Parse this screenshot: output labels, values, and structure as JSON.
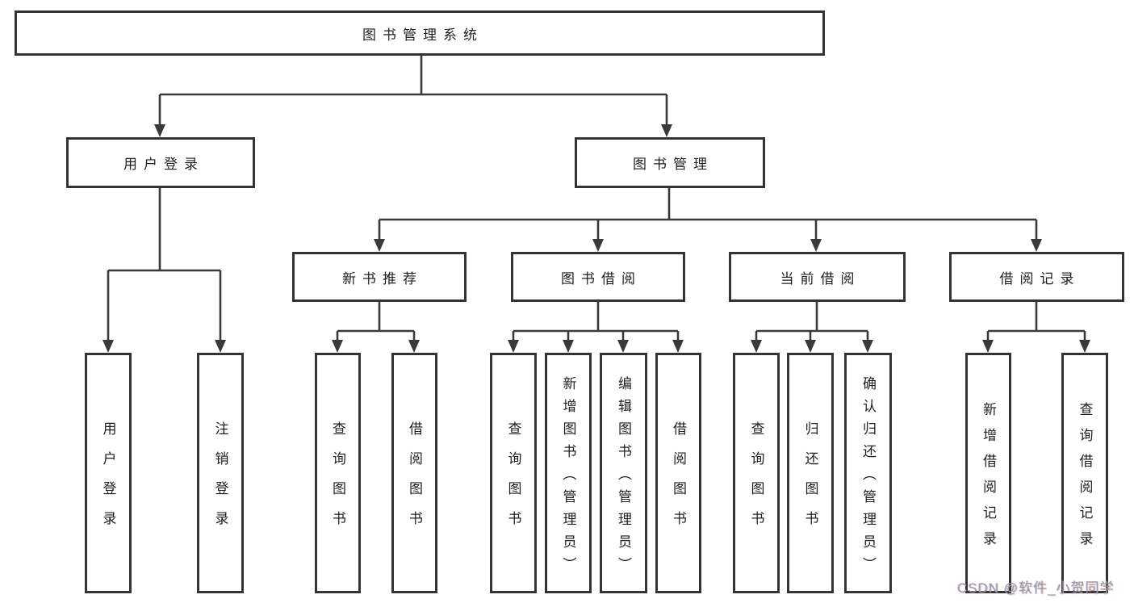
{
  "diagram_title": "图书管理系统",
  "tree": {
    "label": "图书管理系统",
    "children": [
      {
        "label": "用户登录",
        "children": [
          {
            "label": "用户登录"
          },
          {
            "label": "注销登录"
          }
        ]
      },
      {
        "label": "图书管理",
        "children": [
          {
            "label": "新书推荐",
            "children": [
              {
                "label": "查询图书"
              },
              {
                "label": "借阅图书"
              }
            ]
          },
          {
            "label": "图书借阅",
            "children": [
              {
                "label": "查询图书"
              },
              {
                "label": "新增图书（管理员）"
              },
              {
                "label": "编辑图书（管理员）"
              },
              {
                "label": "借阅图书"
              }
            ]
          },
          {
            "label": "当前借阅",
            "children": [
              {
                "label": "查询图书"
              },
              {
                "label": "归还图书"
              },
              {
                "label": "确认归还（管理员）"
              }
            ]
          },
          {
            "label": "借阅记录",
            "children": [
              {
                "label": "新增借阅记录"
              },
              {
                "label": "查询借阅记录"
              }
            ]
          }
        ]
      }
    ]
  },
  "watermark": {
    "text": "CSDN @软件_小贺同学"
  },
  "colors": {
    "background": "#ffffff",
    "box_border": "#333333",
    "connector_line": "#3a3a3a",
    "text": "#1f1f1f",
    "watermark_text": "#9a9a9e"
  }
}
